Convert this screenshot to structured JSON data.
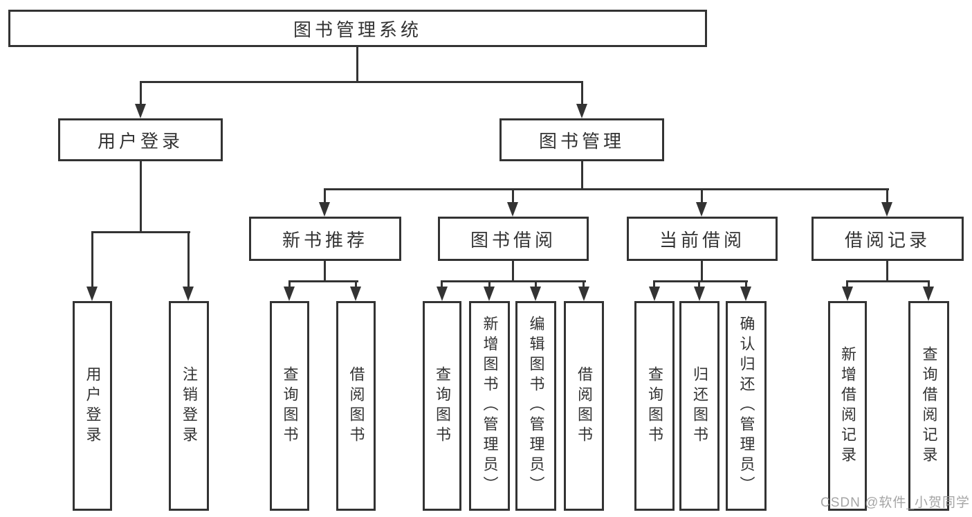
{
  "diagram_title": "图书管理系统",
  "nodes": {
    "root": "图书管理系统",
    "user_login": "用户登录",
    "book_mgmt": "图书管理",
    "new_book": "新书推荐",
    "book_borrow": "图书借阅",
    "current_borrow": "当前借阅",
    "borrow_record": "借阅记录",
    "leaves": {
      "user_login": [
        "用户登录",
        "注销登录"
      ],
      "new_book": [
        "查询图书",
        "借阅图书"
      ],
      "book_borrow": [
        "查询图书",
        "新增图书（管理员）",
        "编辑图书（管理员）",
        "借阅图书"
      ],
      "current_borrow": [
        "查询图书",
        "归还图书",
        "确认归还（管理员）"
      ],
      "borrow_record": [
        "新增借阅记录",
        "查询借阅记录"
      ]
    }
  },
  "watermark": "CSDN @软件_小贺同学",
  "colors": {
    "line": "#333333",
    "text": "#333333",
    "box_background": "#ffffff",
    "page_background": "#ffffff",
    "watermark": "#989898"
  }
}
